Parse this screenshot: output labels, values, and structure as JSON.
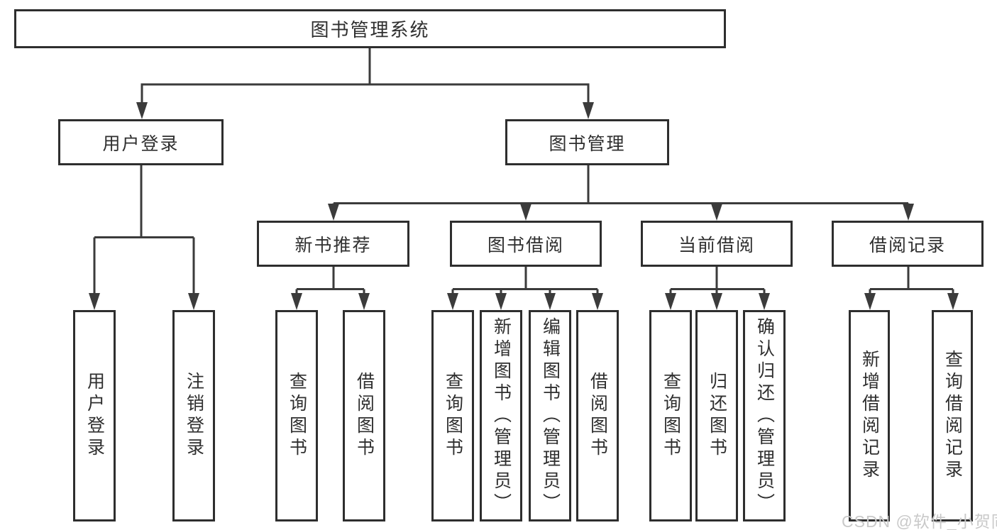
{
  "diagram": {
    "root": {
      "label": "图书管理系统"
    },
    "level2": [
      {
        "label": "用户登录"
      },
      {
        "label": "图书管理"
      }
    ],
    "level3": [
      {
        "label": "新书推荐"
      },
      {
        "label": "图书借阅"
      },
      {
        "label": "当前借阅"
      },
      {
        "label": "借阅记录"
      }
    ],
    "leaves": {
      "user_login": [
        {
          "label": "用户登录"
        },
        {
          "label": "注销登录"
        }
      ],
      "new_book_recommend": [
        {
          "label": "查询图书"
        },
        {
          "label": "借阅图书"
        }
      ],
      "book_borrow": [
        {
          "label": "查询图书"
        },
        {
          "label": "新增图书（管理员）"
        },
        {
          "label": "编辑图书（管理员）"
        },
        {
          "label": "借阅图书"
        }
      ],
      "current_borrow": [
        {
          "label": "查询图书"
        },
        {
          "label": "归还图书"
        },
        {
          "label": "确认归还（管理员）"
        }
      ],
      "borrow_records": [
        {
          "label": "新增借阅记录"
        },
        {
          "label": "查询借阅记录"
        }
      ]
    },
    "watermark": "CSDN @软件_小贺同学",
    "colors": {
      "line": "#3b3b3b",
      "box_border": "#2e2e2e",
      "text": "#2f2f2f",
      "watermark": "#c9c9c9",
      "background": "#ffffff"
    }
  }
}
